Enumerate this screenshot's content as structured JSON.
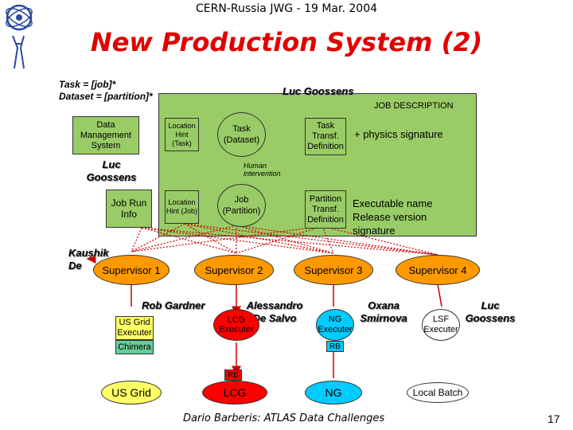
{
  "header": "CERN-Russia JWG - 19 Mar. 2004",
  "title": "New Production System (2)",
  "notes": {
    "task_def": "Task = [job]*",
    "dataset_def": "Dataset = [partition]*",
    "luc_top": "Luc Goossens",
    "job_description": "JOB DESCRIPTION",
    "luc_left": "Luc Goossens",
    "kaushik": "Kaushik De",
    "rob": "Rob Gardner",
    "alessandro": "Alessandro De Salvo",
    "oxana": "Oxana Smirnova",
    "luc_right": "Luc Goossens"
  },
  "boxes": {
    "data_management": "Data Management System",
    "location_hint_task": "Location Hint (Task)",
    "task_dataset": "Task (Dataset)",
    "task_transf": "Task Transf. Definition",
    "physics_signature": "+ physics signature",
    "human_intervention": "Human intervention",
    "job_run_info": "Job Run Info",
    "location_hint_job": "Location Hint (Job)",
    "job_partition": "Job (Partition)",
    "partition_transf": "Partition Transf. Definition",
    "executable_lines": [
      "Executable name",
      "Release version",
      "signature"
    ]
  },
  "supervisors": [
    "Supervisor 1",
    "Supervisor 2",
    "Supervisor 3",
    "Supervisor 4"
  ],
  "executors": {
    "usgrid": "US Grid Executer",
    "chimera": "Chimera",
    "lcg": "LCG",
    "lcg_exec": "Executer",
    "ng": "NG",
    "ng_exec": "Executer",
    "rb": "RB",
    "lsf": "LSF",
    "lsf_exec": "Executer",
    "rb2": "RB"
  },
  "grids": [
    "US Grid",
    "LCG",
    "NG",
    "Local Batch"
  ],
  "footer": "Dario Barberis: ATLAS Data Challenges",
  "page_number": "17",
  "colors": {
    "accent": "#e00000",
    "green": "#99cc66",
    "supervisor": "#ff9900",
    "usgrid": "#ffff66",
    "chimera": "#66cc99",
    "lcg": "#ff0000",
    "ng": "#00ccff",
    "local_batch": "#ffffff"
  }
}
